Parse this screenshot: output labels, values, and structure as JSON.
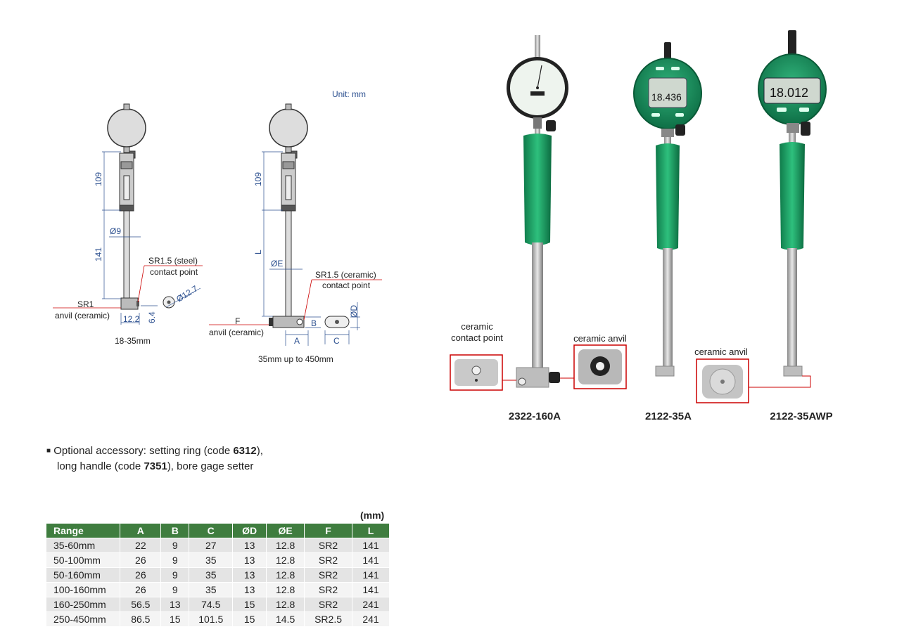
{
  "drawing": {
    "unit_label": "Unit: mm",
    "left": {
      "dim_top": "109",
      "dim_diam": "Ø9",
      "dim_bottom": "141",
      "contact_label_1": "SR1.5 (steel)",
      "contact_label_2": "contact point",
      "anvil_label_1": "SR1",
      "anvil_label_2": "anvil (ceramic)",
      "dim_width": "12.2",
      "dim_height": "6.4",
      "dim_head": "Ø12.7",
      "caption": "18-35mm"
    },
    "right": {
      "dim_top": "109",
      "dim_L": "L",
      "dim_E": "ØE",
      "contact_label_1": "SR1.5 (ceramic)",
      "contact_label_2": "contact point",
      "anvil_label_1": "F",
      "anvil_label_2": "anvil (ceramic)",
      "dim_A": "A",
      "dim_B": "B",
      "dim_C": "C",
      "dim_D": "ØD",
      "caption": "35mm up to 450mm"
    }
  },
  "photos": {
    "callout_contact_1": "ceramic",
    "callout_contact_2": "contact point",
    "callout_anvil_a": "ceramic anvil",
    "callout_anvil_b": "ceramic anvil",
    "dial_reading_1": "18.436",
    "dial_reading_2": "18.012",
    "models": [
      "2322-160A",
      "2122-35A",
      "2122-35AWP"
    ]
  },
  "accessory": {
    "line1_a": "Optional accessory: setting ring (code ",
    "code1": "6312",
    "line1_b": "),",
    "line2_a": "long handle (code ",
    "code2": "7351",
    "line2_b": "), bore gage setter"
  },
  "table": {
    "unit": "(mm)",
    "headers": [
      "Range",
      "A",
      "B",
      "C",
      "ØD",
      "ØE",
      "F",
      "L"
    ],
    "rows": [
      [
        "35-60mm",
        "22",
        "9",
        "27",
        "13",
        "12.8",
        "SR2",
        "141"
      ],
      [
        "50-100mm",
        "26",
        "9",
        "35",
        "13",
        "12.8",
        "SR2",
        "141"
      ],
      [
        "50-160mm",
        "26",
        "9",
        "35",
        "13",
        "12.8",
        "SR2",
        "141"
      ],
      [
        "100-160mm",
        "26",
        "9",
        "35",
        "13",
        "12.8",
        "SR2",
        "141"
      ],
      [
        "160-250mm",
        "56.5",
        "13",
        "74.5",
        "15",
        "12.8",
        "SR2",
        "241"
      ],
      [
        "250-450mm",
        "86.5",
        "15",
        "101.5",
        "15",
        "14.5",
        "SR2.5",
        "241"
      ]
    ]
  }
}
